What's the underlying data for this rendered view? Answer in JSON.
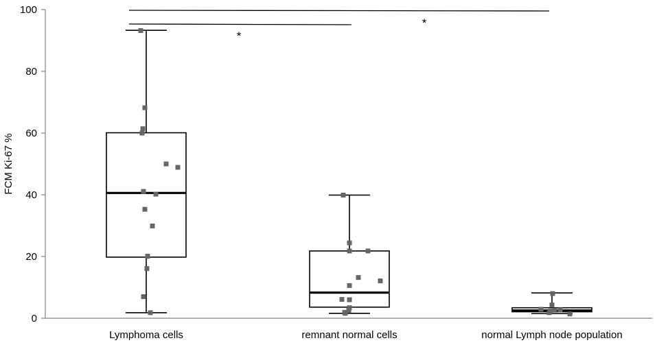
{
  "chart_data": {
    "type": "box",
    "ylabel": "FCM Ki-67 %",
    "xlabel": "",
    "title": "",
    "ylim": [
      0,
      100
    ],
    "yticks": [
      0,
      20,
      40,
      60,
      80,
      100
    ],
    "grid": false,
    "categories": [
      "Lymphoma cells",
      "remnant normal cells",
      "normal Lymph node population"
    ],
    "boxes": [
      {
        "category": "Lymphoma cells",
        "min": 1.8,
        "q1": 19.8,
        "median": 40.6,
        "q3": 60.1,
        "max": 93.3,
        "points": [
          93.2,
          68.2,
          61.4,
          60.0,
          50.0,
          48.9,
          41.1,
          40.2,
          35.3,
          29.9,
          20.1,
          16.1,
          7.0,
          1.8
        ]
      },
      {
        "category": "remnant normal cells",
        "min": 1.6,
        "q1": 3.6,
        "median": 8.3,
        "q3": 21.8,
        "max": 39.9,
        "points": [
          39.9,
          24.4,
          21.8,
          21.8,
          13.2,
          12.1,
          10.6,
          6.1,
          6.0,
          3.4,
          2.6,
          1.9,
          1.6
        ]
      },
      {
        "category": "normal Lymph node population",
        "min": 1.5,
        "q1": 2.1,
        "median": 2.5,
        "q3": 3.4,
        "max": 8.2,
        "points": [
          8.0,
          4.3,
          2.9,
          2.7,
          2.6,
          2.3,
          1.8,
          1.4
        ]
      }
    ],
    "significance": [
      {
        "label": "*",
        "between": [
          "Lymphoma cells",
          "remnant normal cells"
        ]
      },
      {
        "label": "*",
        "between": [
          "Lymphoma cells",
          "normal Lymph node population"
        ]
      }
    ],
    "colors": {
      "box": "#000000",
      "point": "#666666",
      "axis": "#808080"
    }
  }
}
